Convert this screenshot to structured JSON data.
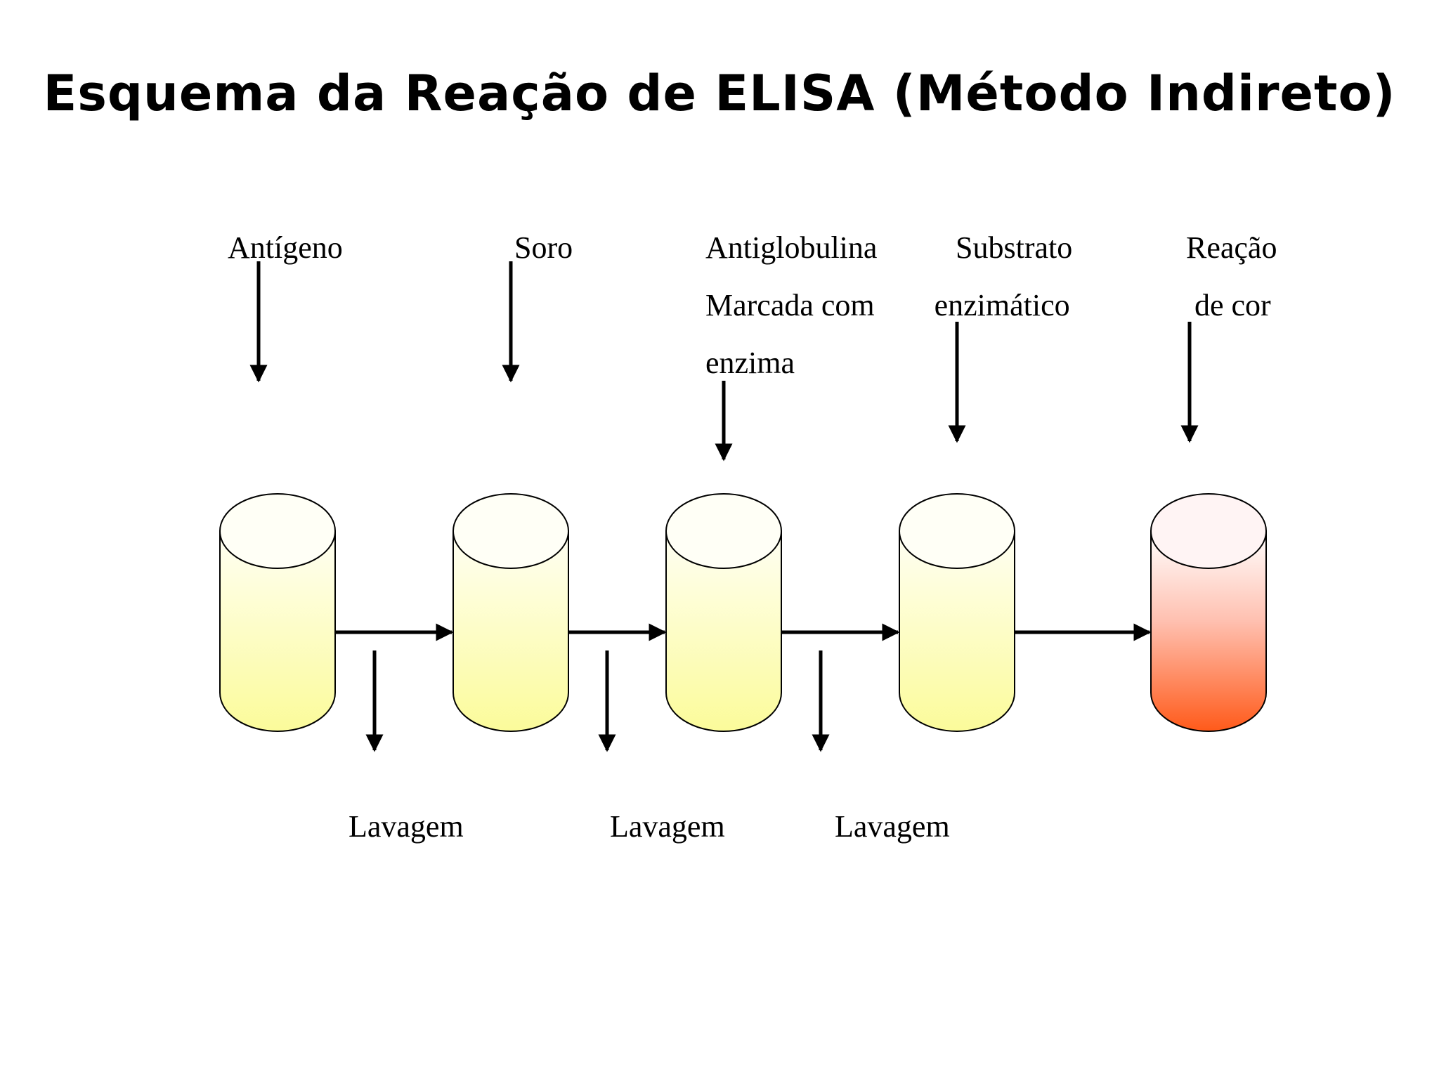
{
  "title": "Esquema da Reação de ELISA (Método Indireto)",
  "steps": [
    {
      "lines": [
        "Antígeno"
      ]
    },
    {
      "lines": [
        "Soro"
      ]
    },
    {
      "lines": [
        "Antiglobulina",
        "Marcada com",
        "enzima"
      ]
    },
    {
      "lines": [
        "Substrato",
        "enzimático"
      ]
    },
    {
      "lines": [
        "Reação",
        "de cor"
      ]
    }
  ],
  "wash_labels": [
    "Lavagem",
    "Lavagem",
    "Lavagem"
  ],
  "colors": {
    "tube_top": "#fffff4",
    "tube_bottom": "#fbfb9a",
    "reaction_top": "#ffffff",
    "reaction_bottom": "#ff5a1a",
    "arrow": "#000000"
  }
}
